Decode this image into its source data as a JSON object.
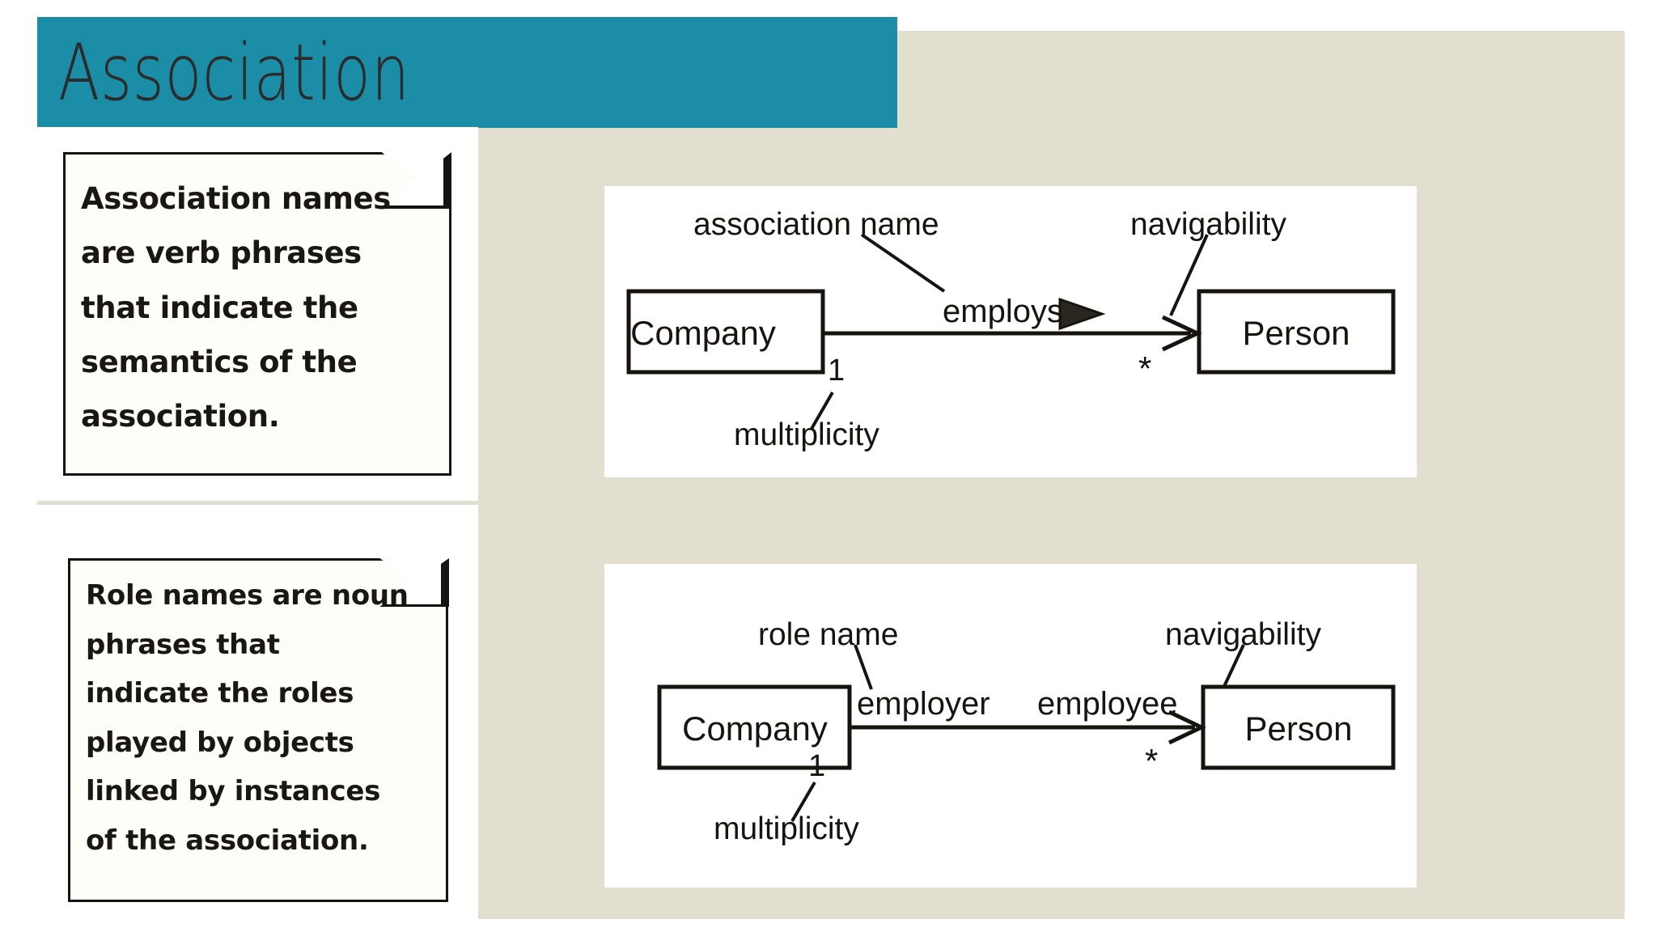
{
  "slide": {
    "title": "Association",
    "banner_color": "#1b8da6",
    "background_color": "#e2dfd1"
  },
  "notes": [
    {
      "id": "note-association-names",
      "text": "Association names are verb phrases that indicate the semantics of the association."
    },
    {
      "id": "note-role-names",
      "text": "Role names are noun phrases that indicate the roles played by objects linked by instances of the association."
    }
  ],
  "diagrams": [
    {
      "id": "association-name-diagram",
      "source_class": "Company",
      "target_class": "Person",
      "association_label": "employs",
      "source_multiplicity": "1",
      "target_multiplicity": "*",
      "annotations": [
        {
          "name": "association-name",
          "label": "association name"
        },
        {
          "name": "navigability",
          "label": "navigability"
        },
        {
          "name": "multiplicity",
          "label": "multiplicity"
        }
      ]
    },
    {
      "id": "role-name-diagram",
      "source_class": "Company",
      "target_class": "Person",
      "source_role": "employer",
      "target_role": "employee",
      "source_multiplicity": "1",
      "target_multiplicity": "*",
      "annotations": [
        {
          "name": "role-name",
          "label": "role name"
        },
        {
          "name": "navigability",
          "label": "navigability"
        },
        {
          "name": "multiplicity",
          "label": "multiplicity"
        }
      ]
    }
  ]
}
